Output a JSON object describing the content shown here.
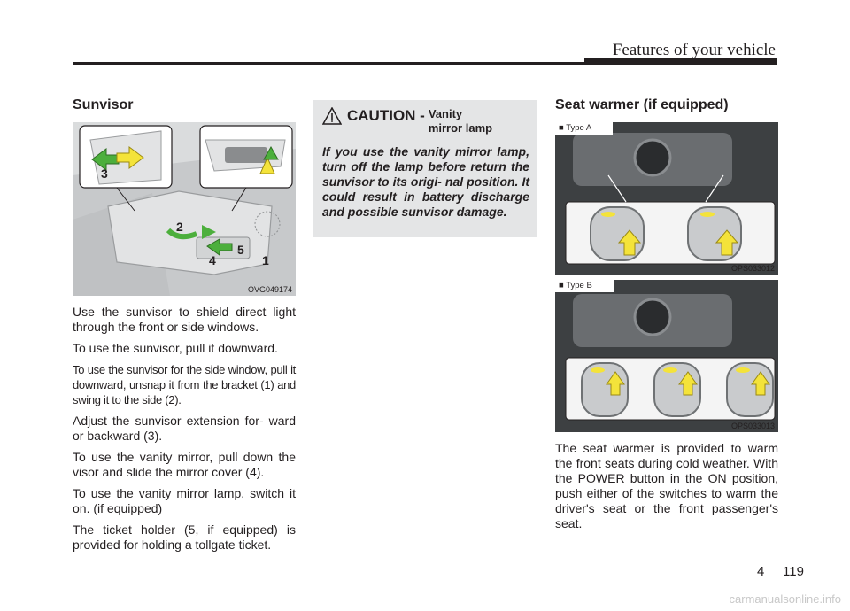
{
  "header": {
    "title": "Features of your vehicle"
  },
  "sunvisor": {
    "title": "Sunvisor",
    "figure_code": "OVG049174",
    "callouts": [
      "1",
      "2",
      "3",
      "4",
      "5"
    ],
    "paragraphs": [
      "Use the sunvisor to shield direct light through the front or side windows.",
      "To use the sunvisor, pull it downward.",
      "To use the sunvisor for the side window, pull it downward, unsnap it from the bracket (1) and swing it to the side (2).",
      "Adjust the sunvisor extension for- ward or backward (3).",
      "To use the vanity mirror, pull down the visor and slide the mirror cover (4).",
      "To use the vanity mirror lamp, switch it on. (if equipped)",
      "The ticket holder (5, if equipped) is provided for holding a tollgate ticket."
    ]
  },
  "caution": {
    "label": "CAUTION -",
    "subject_line1": "Vanity",
    "subject_line2": "mirror lamp",
    "text": "If you use the vanity mirror lamp, turn off the lamp before return the sunvisor to its origi- nal position. It could result in battery discharge and possible sunvisor damage."
  },
  "seat_warmer": {
    "title": "Seat warmer (if equipped)",
    "type_a_label": "■ Type A",
    "type_a_code": "OPS033012",
    "type_b_label": "■ Type B",
    "type_b_code": "OPS033013",
    "paragraph": "The seat warmer is provided to warm the front seats during cold weather. With the POWER button in the ON position, push either of the switches to warm the driver's seat or the front passenger's seat."
  },
  "footer": {
    "chapter": "4",
    "page": "119"
  },
  "watermark": "carmanualsonline.info",
  "colors": {
    "arrow_green": "#4caf3c",
    "arrow_yellow": "#f4e33a",
    "caution_bg": "#e4e5e6",
    "figure_bg": "#d0d2d4"
  }
}
